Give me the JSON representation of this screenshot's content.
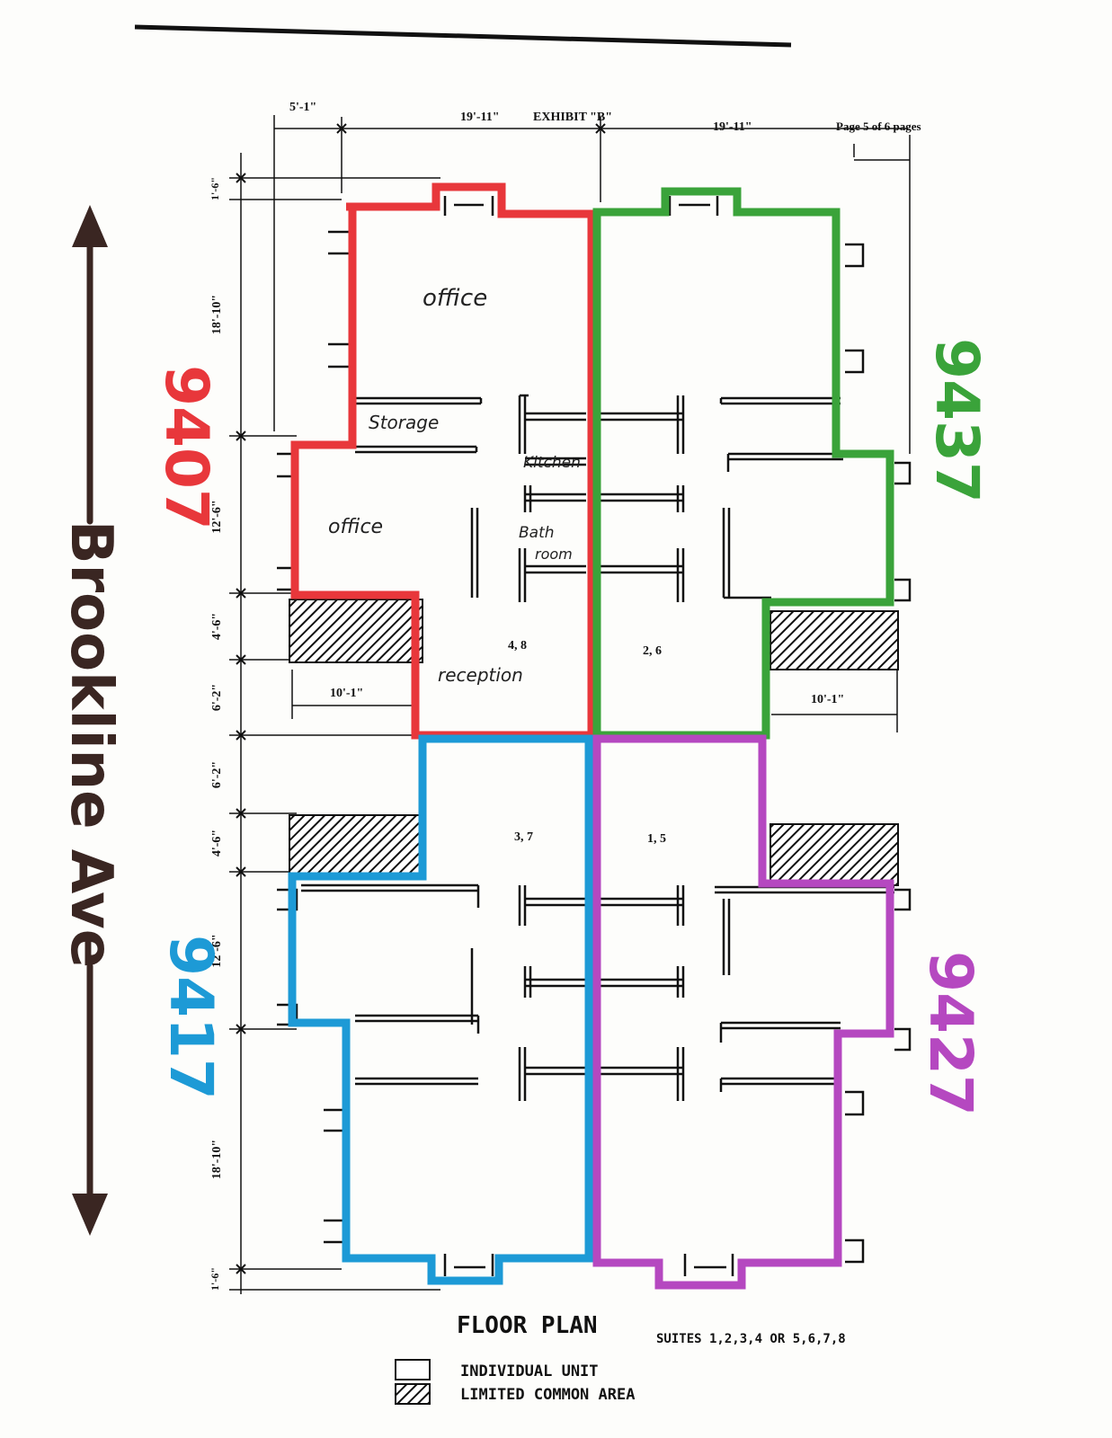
{
  "header": {
    "exhibit": "EXHIBIT \"B\"",
    "page_note": "Page 5 of 6 pages"
  },
  "street": {
    "name": "Brookline Ave"
  },
  "dimensions": {
    "top_left": "5'-1\"",
    "top_mid": "19'-11\"",
    "top_right": "19'-11\"",
    "left_1": "1'-6\"",
    "left_2": "18'-10\"",
    "left_3": "12'-6\"",
    "left_4": "4'-6\"",
    "left_5": "6'-2\"",
    "left_6": "6'-2\"",
    "left_7": "4'-6\"",
    "left_8": "12'-6\"",
    "left_9": "18'-10\"",
    "left_10": "1'-6\"",
    "lca_left": "10'-1\"",
    "lca_right": "10'-1\""
  },
  "units": [
    {
      "number": "9407",
      "suites": "4, 8",
      "color": "#e8373b"
    },
    {
      "number": "9437",
      "suites": "2, 6",
      "color": "#3aa33a"
    },
    {
      "number": "9417",
      "suites": "3, 7",
      "color": "#1d9ad6"
    },
    {
      "number": "9427",
      "suites": "1, 5",
      "color": "#b548c0"
    }
  ],
  "rooms": {
    "office_top": "office",
    "storage": "Storage",
    "kitchen": "Kitchen",
    "office_mid": "office",
    "bathroom_1": "Bath",
    "bathroom_2": "room",
    "reception": "reception"
  },
  "footer": {
    "title": "FLOOR PLAN",
    "suites": "SUITES 1,2,3,4 OR 5,6,7,8",
    "legend_individual": "INDIVIDUAL UNIT",
    "legend_lca": "LIMITED COMMON AREA"
  }
}
